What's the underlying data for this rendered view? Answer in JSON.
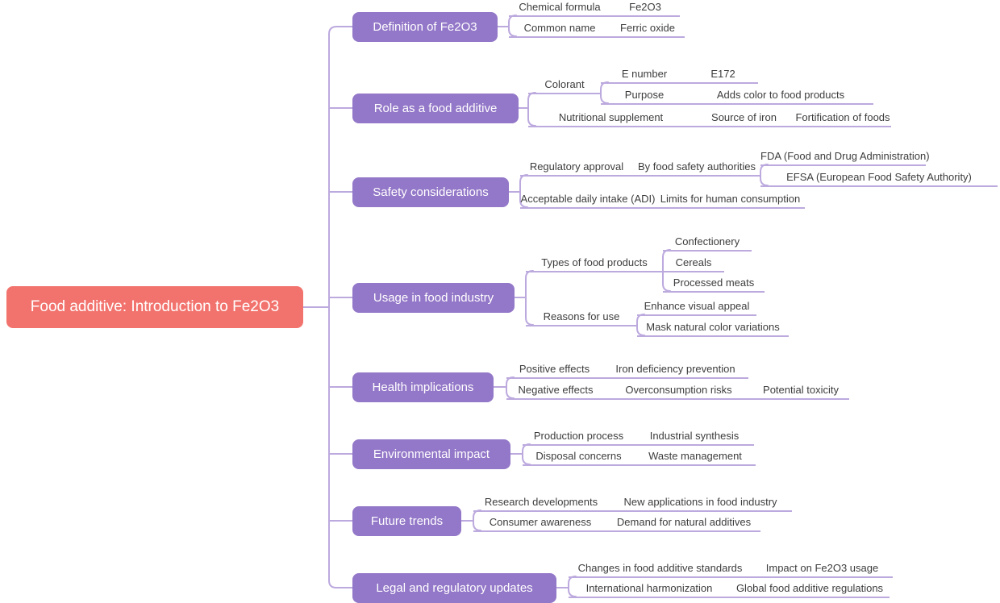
{
  "colors": {
    "root": "#F2736D",
    "branch": "#9377C8",
    "line": "#BCA9DE",
    "text": "#3D3D3D"
  },
  "root": {
    "label": "Food additive: Introduction to Fe2O3"
  },
  "branches": [
    {
      "label": "Definition of Fe2O3",
      "children": [
        {
          "label": "Chemical formula",
          "children": [
            {
              "label": "Fe2O3"
            }
          ]
        },
        {
          "label": "Common name",
          "children": [
            {
              "label": "Ferric oxide"
            }
          ]
        }
      ]
    },
    {
      "label": "Role as a food additive",
      "children": [
        {
          "label": "Colorant",
          "children": [
            {
              "label": "E number",
              "children": [
                {
                  "label": "E172"
                }
              ]
            },
            {
              "label": "Purpose",
              "children": [
                {
                  "label": "Adds color to food products"
                }
              ]
            }
          ]
        },
        {
          "label": "Nutritional supplement",
          "children": [
            {
              "label": "Source of iron",
              "children": [
                {
                  "label": "Fortification of foods"
                }
              ]
            }
          ]
        }
      ]
    },
    {
      "label": "Safety considerations",
      "children": [
        {
          "label": "Regulatory approval",
          "children": [
            {
              "label": "By food safety authorities",
              "children": [
                {
                  "label": "FDA (Food and Drug Administration)"
                },
                {
                  "label": "EFSA (European Food Safety Authority)"
                }
              ]
            }
          ]
        },
        {
          "label": "Acceptable daily intake (ADI)",
          "children": [
            {
              "label": "Limits for human consumption"
            }
          ]
        }
      ]
    },
    {
      "label": "Usage in food industry",
      "children": [
        {
          "label": "Types of food products",
          "children": [
            {
              "label": "Confectionery"
            },
            {
              "label": "Cereals"
            },
            {
              "label": "Processed meats"
            }
          ]
        },
        {
          "label": "Reasons for use",
          "children": [
            {
              "label": "Enhance visual appeal"
            },
            {
              "label": "Mask natural color variations"
            }
          ]
        }
      ]
    },
    {
      "label": "Health implications",
      "children": [
        {
          "label": "Positive effects",
          "children": [
            {
              "label": "Iron deficiency prevention"
            }
          ]
        },
        {
          "label": "Negative effects",
          "children": [
            {
              "label": "Overconsumption risks",
              "children": [
                {
                  "label": "Potential toxicity"
                }
              ]
            }
          ]
        }
      ]
    },
    {
      "label": "Environmental impact",
      "children": [
        {
          "label": "Production process",
          "children": [
            {
              "label": "Industrial synthesis"
            }
          ]
        },
        {
          "label": "Disposal concerns",
          "children": [
            {
              "label": "Waste management"
            }
          ]
        }
      ]
    },
    {
      "label": "Future trends",
      "children": [
        {
          "label": "Research developments",
          "children": [
            {
              "label": "New applications in food industry"
            }
          ]
        },
        {
          "label": "Consumer awareness",
          "children": [
            {
              "label": "Demand for natural additives"
            }
          ]
        }
      ]
    },
    {
      "label": "Legal and regulatory updates",
      "children": [
        {
          "label": "Changes in food additive standards",
          "children": [
            {
              "label": "Impact on Fe2O3 usage"
            }
          ]
        },
        {
          "label": "International harmonization",
          "children": [
            {
              "label": "Global food additive regulations"
            }
          ]
        }
      ]
    }
  ]
}
